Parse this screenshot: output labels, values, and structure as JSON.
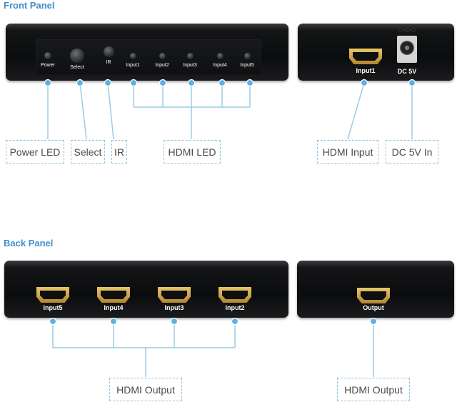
{
  "front_panel": {
    "title": "Front Panel",
    "controls": [
      "Power",
      "Select",
      "IR",
      "Input1",
      "Input2",
      "Input3",
      "Input4",
      "Input5"
    ],
    "input_port_label": "Input1",
    "dc_label": "DC 5V",
    "callouts": {
      "power_led": "Power LED",
      "select": "Select",
      "ir": "IR",
      "hdmi_led": "HDMI LED",
      "hdmi_input": "HDMI Input",
      "dc_in": "DC 5V In"
    }
  },
  "back_panel": {
    "title": "Back Panel",
    "ports": [
      "Input5",
      "Input4",
      "Input3",
      "Input2"
    ],
    "output_port_label": "Output",
    "callouts": {
      "hdmi_output_left": "HDMI Output",
      "hdmi_output_right": "HDMI Output"
    }
  },
  "colors": {
    "accent": "#3f8fc9",
    "connector_line": "#9ccbe6",
    "device_body": "#0b0c0d",
    "hdmi_gold": "#d4a94b"
  }
}
